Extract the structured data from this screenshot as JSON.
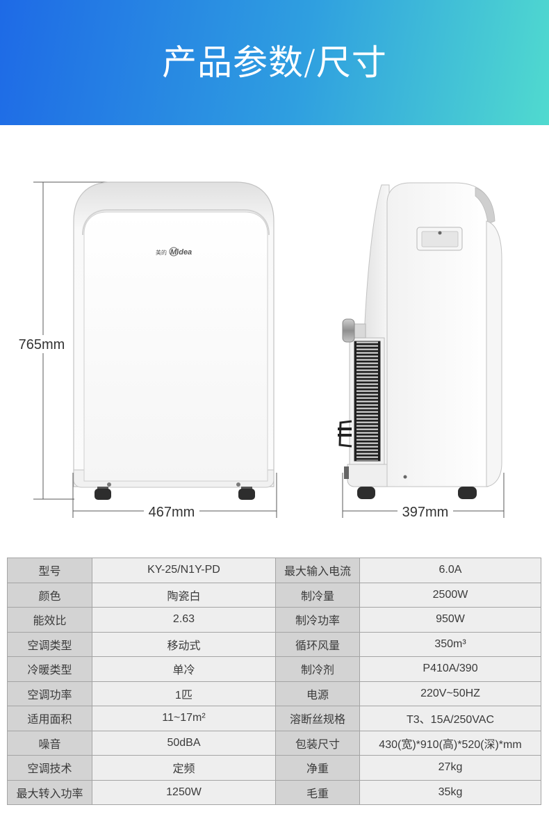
{
  "header": {
    "title": "产品参数/尺寸"
  },
  "dimensions": {
    "height": "765mm",
    "width": "467mm",
    "depth": "397mm"
  },
  "logo": {
    "cn": "美的",
    "en": "Midea"
  },
  "specs": [
    {
      "label_1": "型号",
      "value_1": "KY-25/N1Y-PD",
      "label_2": "最大输入电流",
      "value_2": "6.0A"
    },
    {
      "label_1": "颜色",
      "value_1": "陶瓷白",
      "label_2": "制冷量",
      "value_2": "2500W"
    },
    {
      "label_1": "能效比",
      "value_1": "2.63",
      "label_2": "制冷功率",
      "value_2": "950W"
    },
    {
      "label_1": "空调类型",
      "value_1": "移动式",
      "label_2": "循环风量",
      "value_2": "350m³"
    },
    {
      "label_1": "冷暖类型",
      "value_1": "单冷",
      "label_2": "制冷剂",
      "value_2": "P410A/390"
    },
    {
      "label_1": "空调功率",
      "value_1": "1匹",
      "label_2": "电源",
      "value_2": "220V~50HZ"
    },
    {
      "label_1": "适用面积",
      "value_1": "11~17m²",
      "label_2": "溶断丝规格",
      "value_2": "T3、15A/250VAC"
    },
    {
      "label_1": "噪音",
      "value_1": "50dBA",
      "label_2": "包装尺寸",
      "value_2": "430(宽)*910(高)*520(深)*mm"
    },
    {
      "label_1": "空调技术",
      "value_1": "定频",
      "label_2": "净重",
      "value_2": "27kg"
    },
    {
      "label_1": "最大转入功率",
      "value_1": "1250W",
      "label_2": "毛重",
      "value_2": "35kg"
    }
  ],
  "colors": {
    "header_start": "#1e6ae6",
    "header_mid": "#2f9fe0",
    "header_end": "#50dacf",
    "label_cell": "#d3d3d3",
    "value_cell": "#eeeeee",
    "grid_line": "#a4a4a4",
    "text": "#3a3a3a"
  }
}
